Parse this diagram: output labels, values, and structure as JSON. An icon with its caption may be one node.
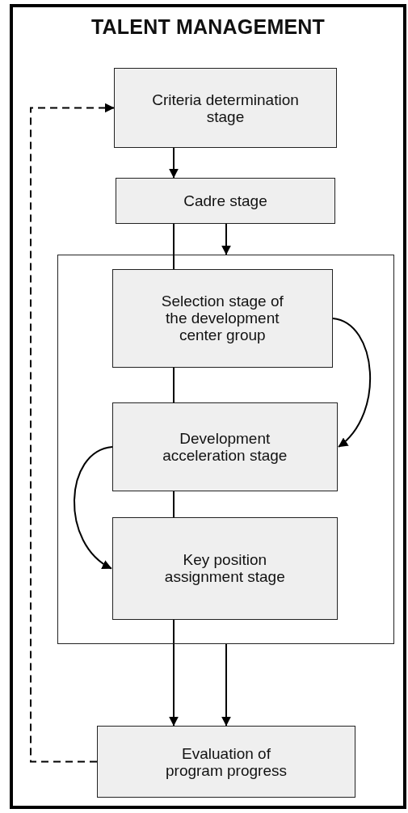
{
  "diagram": {
    "nodes": [
      {
        "text": [
          "TALENT MANAGEMENT"
        ]
      },
      {
        "text": [
          "Criteria determination stage"
        ],
        "in": 0
      },
      {
        "text": [
          "Cadre stage"
        ],
        "in": 0
      },
      {
        "text": [],
        "shape": "box",
        "in": 0
      },
      {
        "text": [
          "Selection stage of the development center group"
        ],
        "in": 3
      },
      {
        "text": [
          "Development acceleration stage"
        ],
        "in": 3
      },
      {
        "text": [
          "Key position assignment stage"
        ],
        "in": 3
      },
      {
        "text": [
          "Evaluation of program progress"
        ],
        "in": 0
      }
    ],
    "edges": [
      {
        "from": 1,
        "to": 2,
        "arrow": "to"
      },
      {
        "from": 2,
        "to": 3,
        "arrow": "to"
      },
      {
        "from": 2,
        "to": 4,
        "arrow": "none"
      },
      {
        "from": 4,
        "to": 5,
        "arrow": "none"
      },
      {
        "from": 5,
        "to": 6,
        "arrow": "none"
      },
      {
        "from": 6,
        "to": 7,
        "arrow": "to"
      },
      {
        "from": 3,
        "to": 7,
        "arrow": "to"
      },
      {
        "from": 4,
        "to": 5,
        "arrow": "to"
      },
      {
        "from": 5,
        "to": 6,
        "arrow": "to"
      },
      {
        "from": 7,
        "to": 1,
        "arrow": "to",
        "style": "dashed"
      }
    ]
  }
}
